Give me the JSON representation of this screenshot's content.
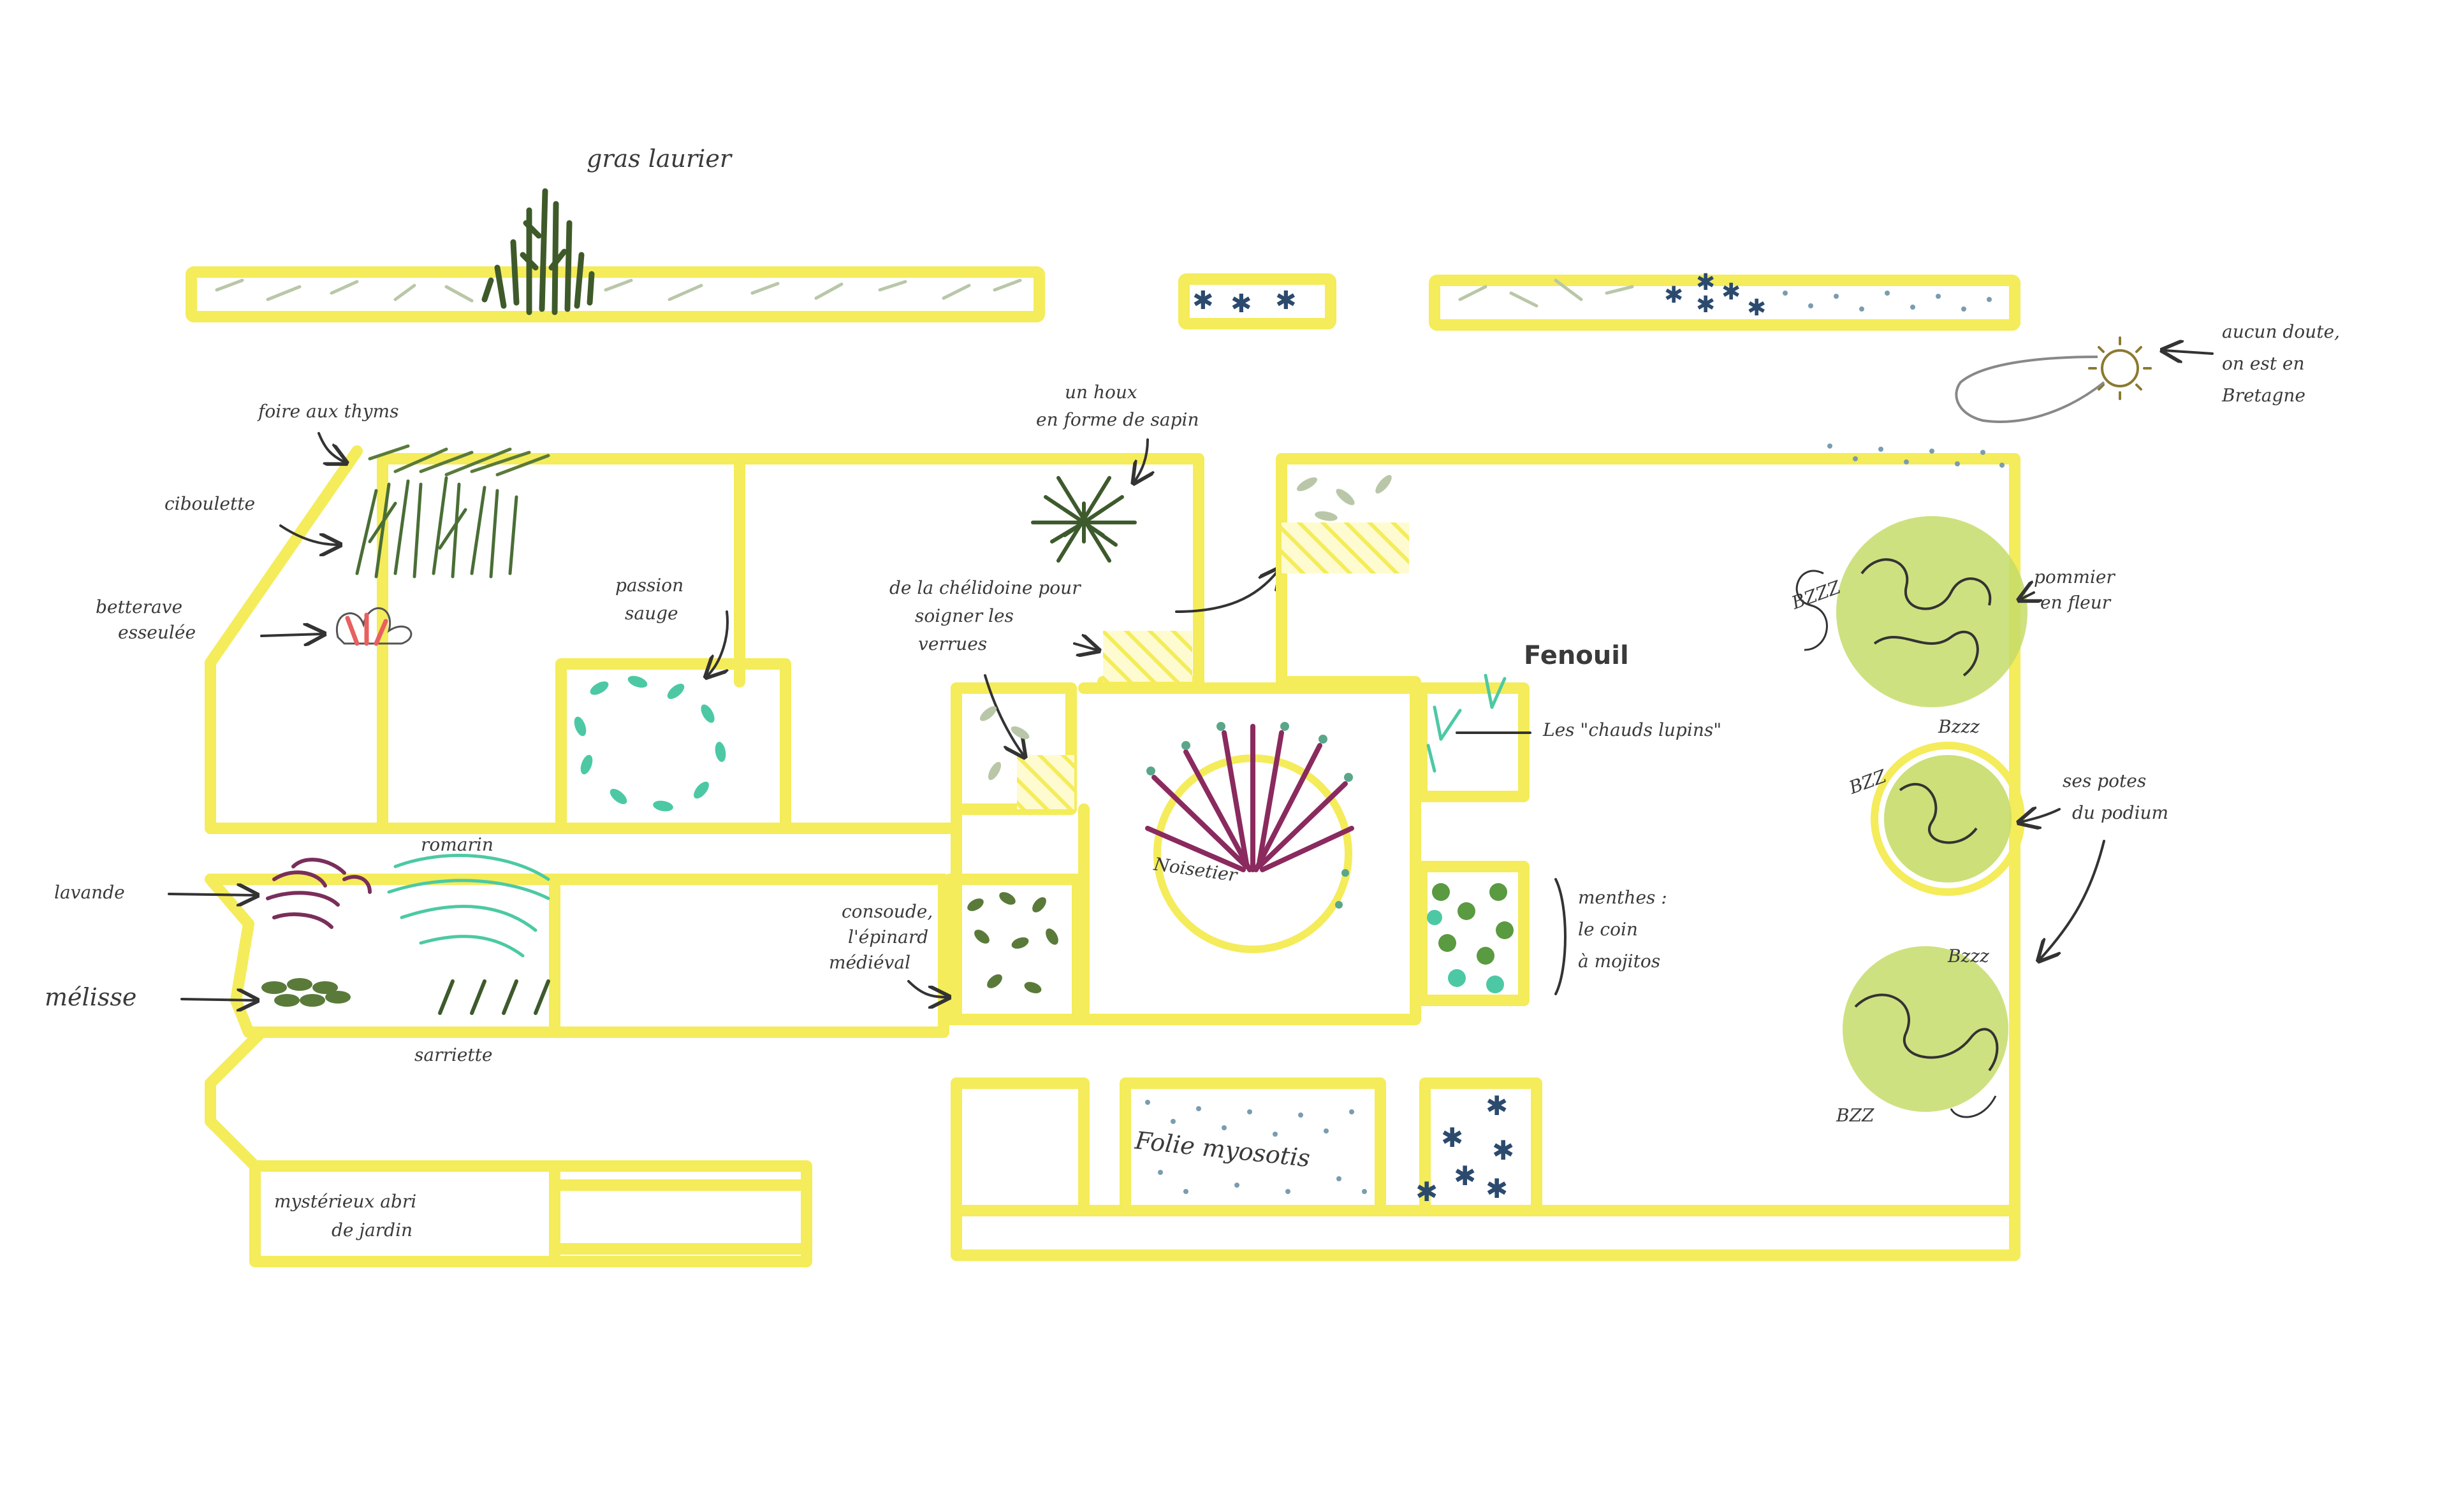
{
  "labels": {
    "gras_laurier": "gras laurier",
    "foire_aux_thyms": "foire aux thyms",
    "ciboulette": "ciboulette",
    "betterave_line1": "betterave",
    "betterave_line2": "esseulée",
    "passion_line1": "passion",
    "passion_line2": "sauge",
    "houx_line1": "un houx",
    "houx_line2": "en forme de sapin",
    "chelidoine_line1": "de la chélidoine pour",
    "chelidoine_line2": "soigner les",
    "chelidoine_line3": "verrues",
    "fenouil": "Fenouil",
    "chauds_lupins": "Les \"chauds lupins\"",
    "noisetier": "Noisetier",
    "menthes_line1": "menthes :",
    "menthes_line2": "le coin",
    "menthes_line3": "à mojitos",
    "lavande": "lavande",
    "romarin": "romarin",
    "melisse": "mélisse",
    "sarriette": "sarriette",
    "consoude_line1": "consoude,",
    "consoude_line2": "l'épinard",
    "consoude_line3": "médiéval",
    "abri_line1": "mystérieux abri",
    "abri_line2": "de jardin",
    "myosotis": "Folie myosotis",
    "pommier_line1": "pommier",
    "pommier_line2": "en fleur",
    "potes_line1": "ses potes",
    "potes_line2": "du podium",
    "bretagne_line1": "aucun doute,",
    "bretagne_line2": "on est en",
    "bretagne_line3": "Bretagne",
    "bzzz_1": "BZZZ",
    "bzzz_2": "Bzzz",
    "bzzz_3": "BZZ",
    "bzzz_4": "Bzzz",
    "bzzz_5": "BZZ"
  },
  "colors": {
    "bed_outline": "#f4ec5a",
    "laurier": "#3f5a2a",
    "thyme": "#5a7a3a",
    "sage": "#4cc9a4",
    "holly": "#3d5a2c",
    "hazel": "#8a2a5e",
    "apple_tree": "#c6dc6a",
    "myosotis": "#2b4a6e",
    "lavender": "#7a2e5a",
    "beet": "#e86060",
    "text": "#3a3a3a"
  }
}
